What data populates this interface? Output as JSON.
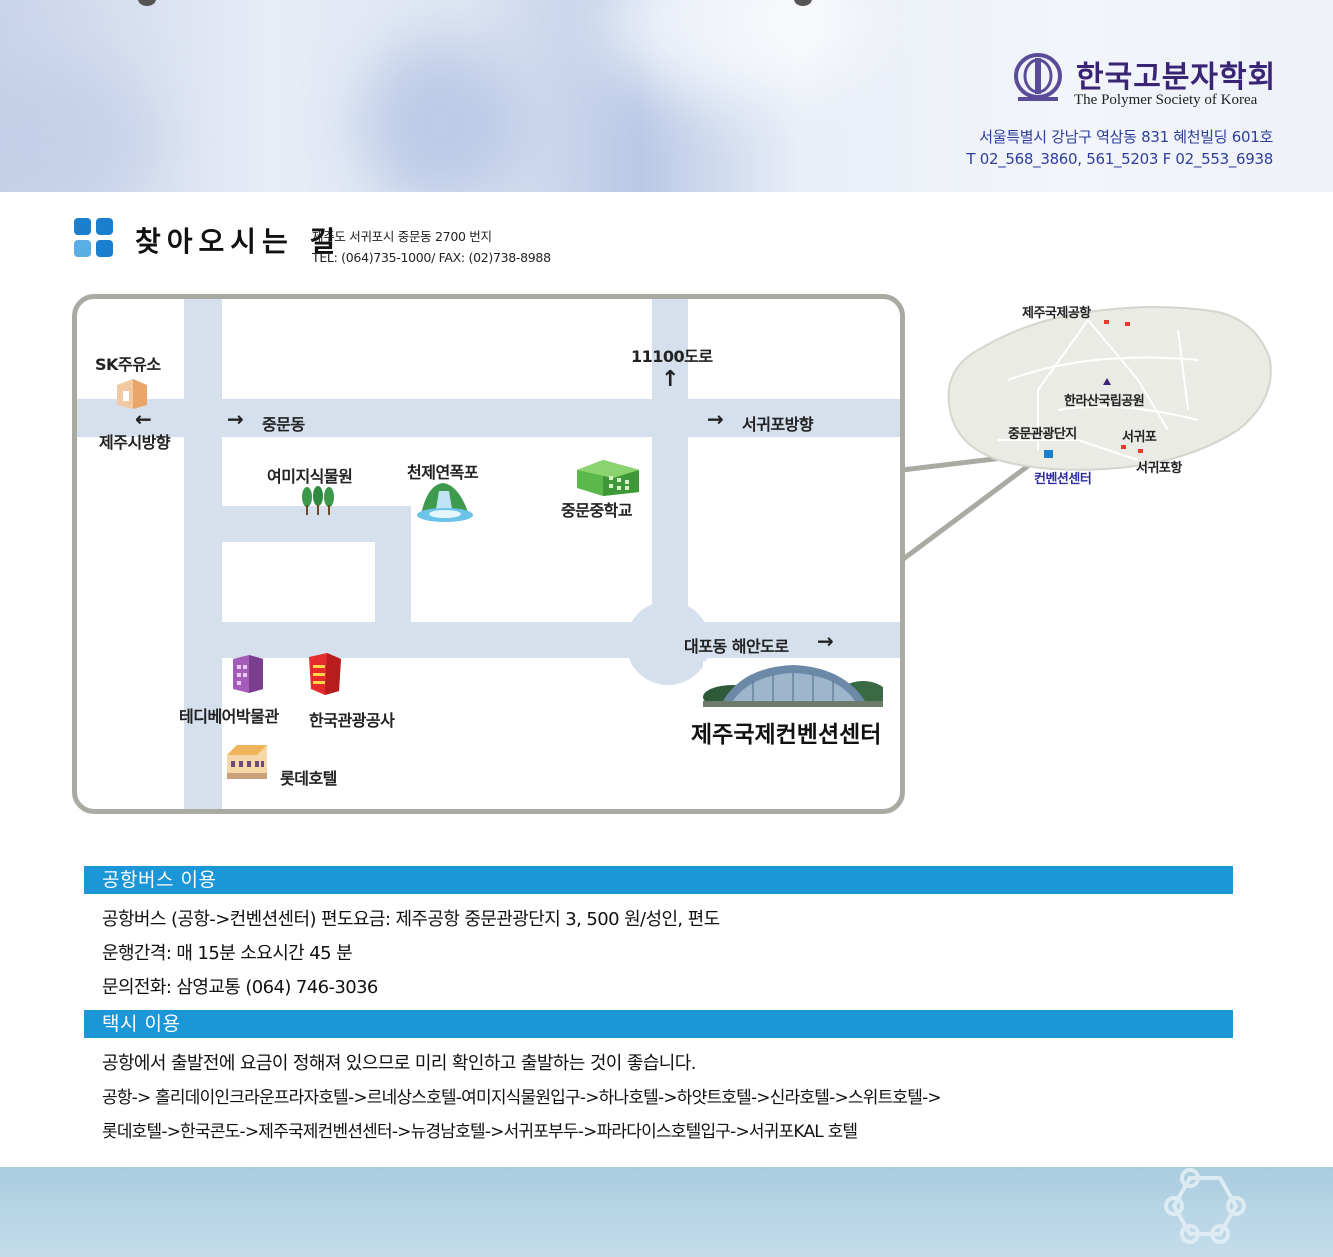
{
  "header": {
    "society_name_kr": "한국고분자학회",
    "society_name_en": "The Polymer Society of Korea",
    "address_line": "서울특별시 강남구 역삼동 831  혜천빌딩 601호",
    "contact_line": "T  02_568_3860, 561_5203   F  02_553_6938",
    "logo_icon": "polymer-society-logo-icon"
  },
  "directions": {
    "title": "찾아오시는 길",
    "venue_address": "제주도 서귀포시 중문동 2700 번지",
    "venue_contact": "TEL: (064)735-1000/ FAX: (02)738-8988"
  },
  "map": {
    "labels": {
      "sk_station": "SK주유소",
      "jeju_city_direction": "제주시방향",
      "jungmun_dong": "중문동",
      "road_11100": "11100도로",
      "seogwipo_direction": "서귀포방향",
      "yeomiji": "여미지식물원",
      "cheonjeyeon": "천제연폭포",
      "jungmun_middle_school": "중문중학교",
      "daepo_coastal_road": "대포동 해안도로",
      "teddy_bear_museum": "테디베어박물관",
      "korea_tourism": "한국관광공사",
      "lotte_hotel": "롯데호텔",
      "convention_center": "제주국제컨벤션센터"
    },
    "arrows": {
      "left": "←",
      "right": "→",
      "up": "↑"
    }
  },
  "inset_map": {
    "airport": "제주국제공항",
    "hallasan": "한라산국립공원",
    "jungmun_resort": "중문관광단지",
    "seogwipo": "서귀포",
    "seogwipo_port": "서귀포항",
    "convention": "컨벤션센터"
  },
  "sections": {
    "airport_bus": {
      "heading": "공항버스 이용",
      "lines": [
        "공항버스 (공항->컨벤션센터)  편도요금:  제주공항  중문관광단지  3, 500 원/성인,  편도",
        "운행간격:  매  15분  소요시간  45 분",
        "문의전화:  삼영교통 (064) 746-3036"
      ]
    },
    "taxi": {
      "heading": "택시 이용",
      "lines": [
        "공항에서  출발전에  요금이  정해져  있으므로  미리  확인하고  출발하는  것이  좋습니다.",
        "공항->  홀리데이인크라운프라자호텔->르네상스호텔-여미지식물원입구->하나호텔->하얏트호텔->신라호텔->스위트호텔->",
        "롯데호텔->한국콘도->제주국제컨벤션센터->뉴경남호텔->서귀포부두->파라다이스호텔입구->서귀포KAL 호텔"
      ]
    }
  },
  "colors": {
    "accent_bar": "#1b97d8",
    "road": "#d5e0ec",
    "map_border": "#a9aaa2",
    "society_text": "#3a2476",
    "address_text": "#2e3f9b"
  }
}
